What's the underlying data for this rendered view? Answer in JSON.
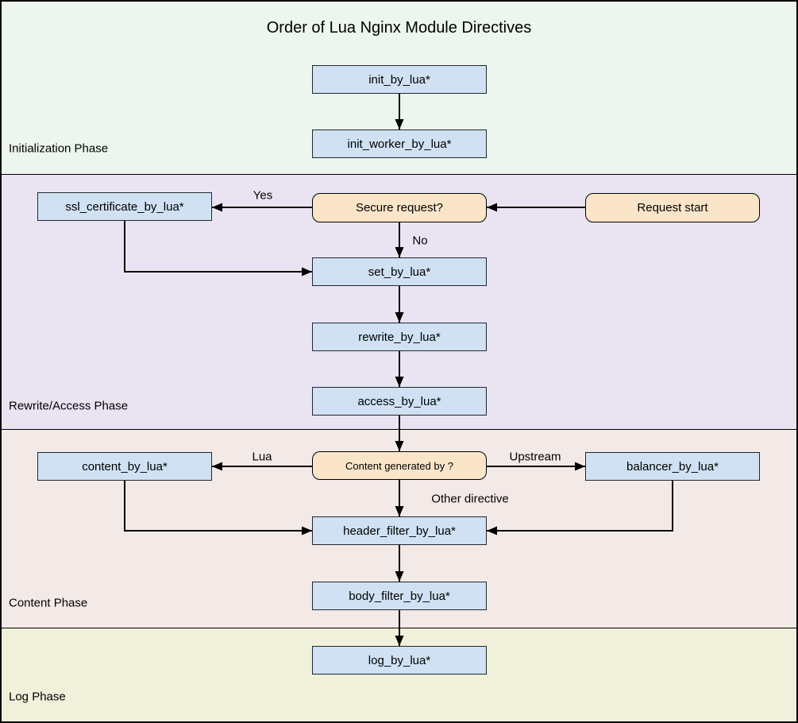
{
  "title": "Order of Lua Nginx Module Directives",
  "phases": [
    {
      "label": "Initialization Phase",
      "color": "#ecf6ee"
    },
    {
      "label": "Rewrite/Access Phase",
      "color": "#eae4f2"
    },
    {
      "label": "Content Phase",
      "color": "#f3eae8"
    },
    {
      "label": "Log Phase",
      "color": "#f1f0da"
    }
  ],
  "nodes": {
    "init_by_lua": "init_by_lua*",
    "init_worker_by_lua": "init_worker_by_lua*",
    "ssl_certificate_by_lua": "ssl_certificate_by_lua*",
    "secure_request": "Secure request?",
    "request_start": "Request start",
    "set_by_lua": "set_by_lua*",
    "rewrite_by_lua": "rewrite_by_lua*",
    "access_by_lua": "access_by_lua*",
    "content_by_lua": "content_by_lua*",
    "content_generated_by": "Content generated by ?",
    "balancer_by_lua": "balancer_by_lua*",
    "header_filter_by_lua": "header_filter_by_lua*",
    "body_filter_by_lua": "body_filter_by_lua*",
    "log_by_lua": "log_by_lua*"
  },
  "edges": [
    {
      "from": "init_by_lua",
      "to": "init_worker_by_lua",
      "label": ""
    },
    {
      "from": "request_start",
      "to": "secure_request",
      "label": ""
    },
    {
      "from": "secure_request",
      "to": "ssl_certificate_by_lua",
      "label": "Yes"
    },
    {
      "from": "secure_request",
      "to": "set_by_lua",
      "label": "No"
    },
    {
      "from": "ssl_certificate_by_lua",
      "to": "set_by_lua",
      "label": ""
    },
    {
      "from": "set_by_lua",
      "to": "rewrite_by_lua",
      "label": ""
    },
    {
      "from": "rewrite_by_lua",
      "to": "access_by_lua",
      "label": ""
    },
    {
      "from": "access_by_lua",
      "to": "content_generated_by",
      "label": ""
    },
    {
      "from": "content_generated_by",
      "to": "content_by_lua",
      "label": "Lua"
    },
    {
      "from": "content_generated_by",
      "to": "balancer_by_lua",
      "label": "Upstream"
    },
    {
      "from": "content_generated_by",
      "to": "header_filter_by_lua",
      "label": "Other directive"
    },
    {
      "from": "content_by_lua",
      "to": "header_filter_by_lua",
      "label": ""
    },
    {
      "from": "balancer_by_lua",
      "to": "header_filter_by_lua",
      "label": ""
    },
    {
      "from": "header_filter_by_lua",
      "to": "body_filter_by_lua",
      "label": ""
    },
    {
      "from": "body_filter_by_lua",
      "to": "log_by_lua",
      "label": ""
    }
  ],
  "colors": {
    "process_fill": "#cfe1f3",
    "process_stroke": "#23272e",
    "decision_fill": "#fbe5c9",
    "decision_stroke": "#000000",
    "edge_stroke": "#000000"
  }
}
